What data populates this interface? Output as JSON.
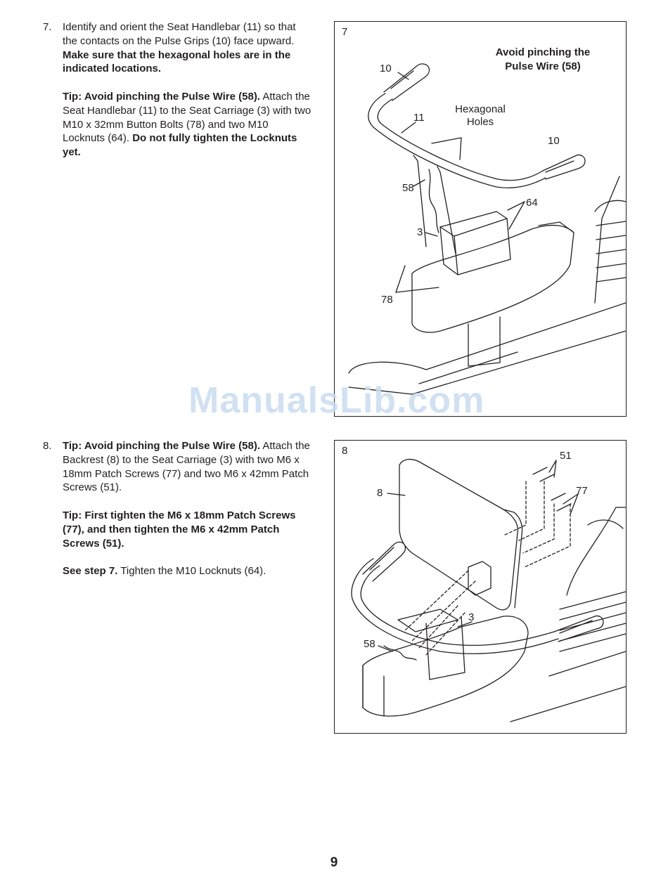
{
  "step7": {
    "number": "7.",
    "p1_a": "Identify and orient the Seat Handlebar (11) so that the contacts on the Pulse Grips (10) face upward. ",
    "p1_b": "Make sure that the hexagonal holes are in the indicated locations.",
    "p2_tip": "Tip: Avoid pinching the Pulse Wire (58).",
    "p2_a": " Attach the Seat Handlebar (11) to the Seat Carriage (3) with two M10 x 32mm Button Bolts (78) and two M10 Locknuts (64). ",
    "p2_b": "Do not fully tighten the Locknuts yet."
  },
  "step8": {
    "number": "8.",
    "p1_tip": "Tip: Avoid pinching the Pulse Wire (58).",
    "p1_a": " Attach the Backrest (8) to the Seat Carriage (3) with two M6 x 18mm Patch Screws (77) and two M6 x 42mm Patch Screws (51).",
    "p2_tip": "Tip: First tighten the M6 x 18mm Patch Screws (77), and then tighten the M6 x 42mm Patch Screws (51).",
    "p3_b": "See step 7.",
    "p3_a": " Tighten the M10 Locknuts (64)."
  },
  "figure7": {
    "label": "7",
    "note": "Avoid pinching the Pulse Wire (58)",
    "hex_label": "Hexagonal Holes",
    "callouts": {
      "c10a": "10",
      "c11": "11",
      "c10b": "10",
      "c58": "58",
      "c64": "64",
      "c3": "3",
      "c78": "78"
    }
  },
  "figure8": {
    "label": "8",
    "callouts": {
      "c51": "51",
      "c8": "8",
      "c77": "77",
      "c3": "3",
      "c58": "58"
    }
  },
  "watermark": "ManualsLib.com",
  "page_number": "9"
}
